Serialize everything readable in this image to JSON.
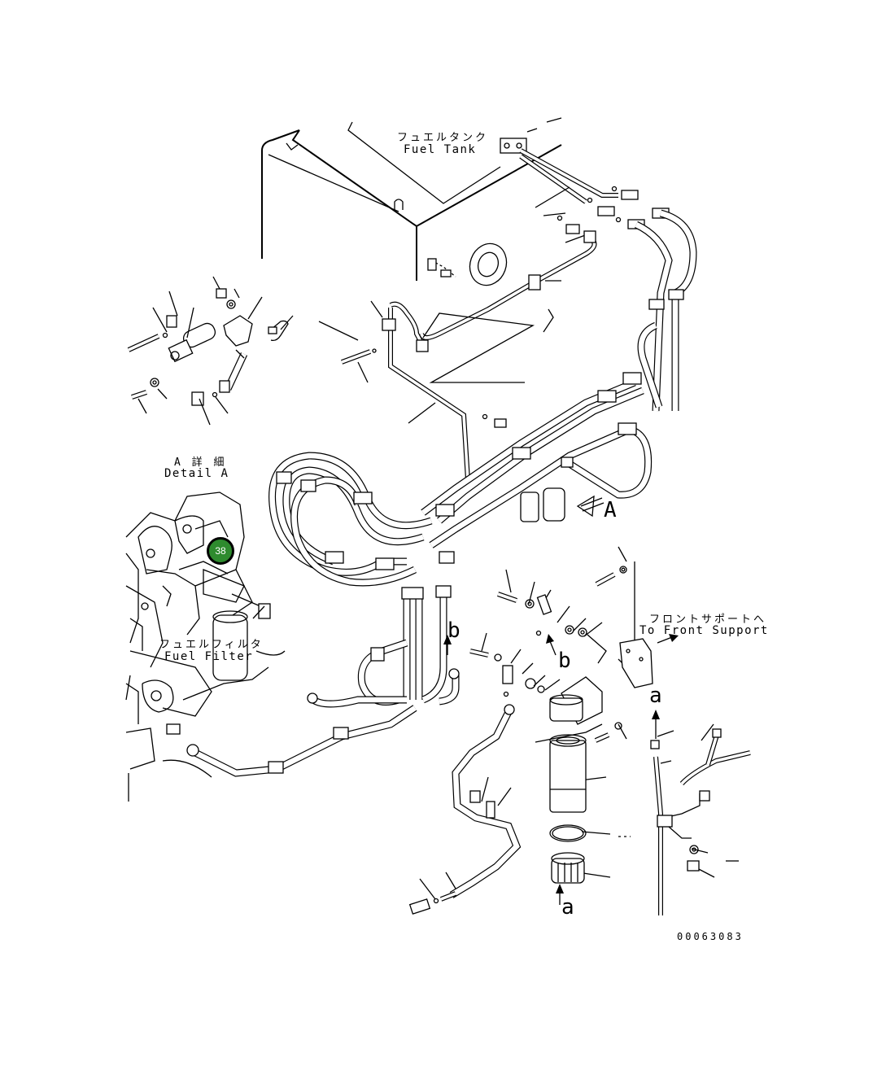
{
  "labels": {
    "fuel_tank_jp": "フュエルタンク",
    "fuel_tank_en": "Fuel Tank",
    "detail_a_jp": "A 詳 細",
    "detail_a_en": "Detail A",
    "fuel_filter_jp": "フュエルフィルタ",
    "fuel_filter_en": "Fuel Filter",
    "front_support_jp": "フロントサポートへ",
    "front_support_en": "To Front Support"
  },
  "view_refs": {
    "view_a": "A",
    "ref_b_upper": "b",
    "ref_b_lower": "b",
    "ref_a_upper": "a",
    "ref_a_lower": "a"
  },
  "callout": {
    "number": "38",
    "color": "#2e8b2e"
  },
  "drawing_number": "00063083"
}
